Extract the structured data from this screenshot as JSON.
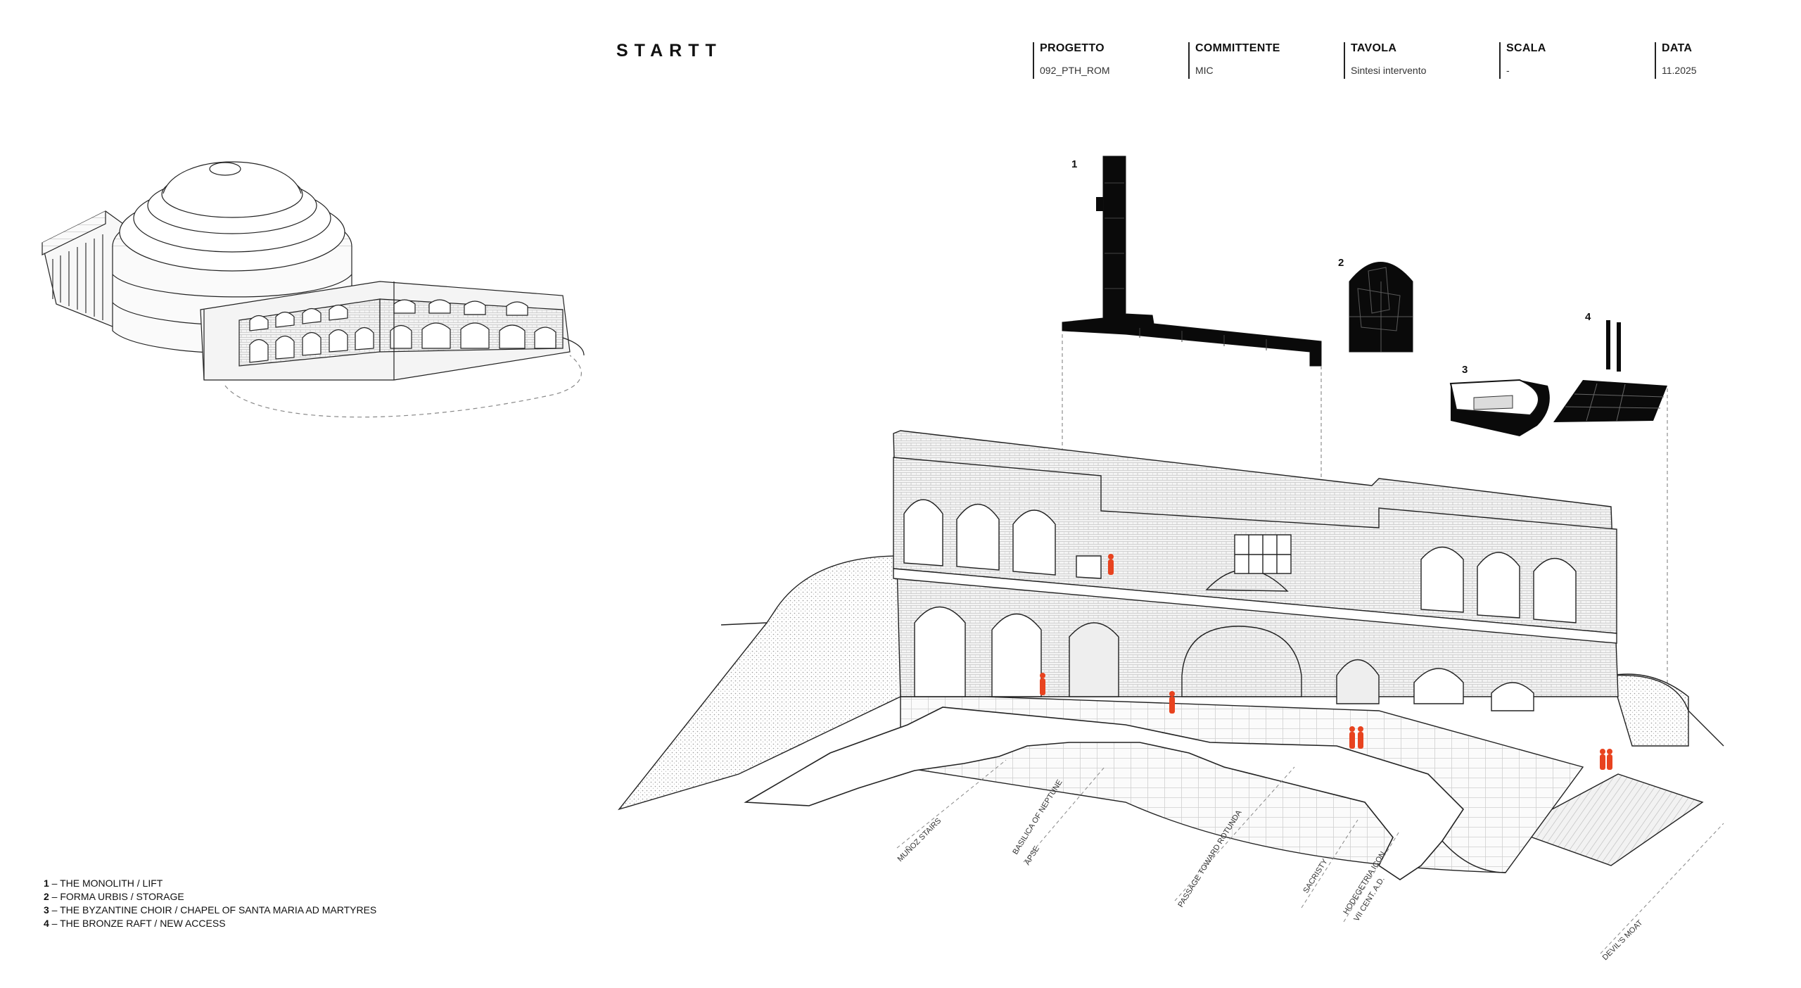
{
  "brand": "STARTT",
  "titleblock": [
    {
      "heading": "PROGETTO",
      "value": "092_PTH_ROM"
    },
    {
      "heading": "COMMITTENTE",
      "value": "MIC"
    },
    {
      "heading": "TAVOLA",
      "value": "Sintesi intervento"
    },
    {
      "heading": "SCALA",
      "value": "-"
    },
    {
      "heading": "DATA",
      "value": "11.2025"
    }
  ],
  "legend": [
    {
      "num": "1",
      "text": " – THE MONOLITH / LIFT"
    },
    {
      "num": "2",
      "text": " – FORMA URBIS / STORAGE"
    },
    {
      "num": "3",
      "text": " – THE BYZANTINE CHOIR / CHAPEL OF SANTA MARIA AD MARTYRES"
    },
    {
      "num": "4",
      "text": " – THE BRONZE RAFT / NEW ACCESS"
    }
  ],
  "element_tags": [
    "1",
    "2",
    "3",
    "4"
  ],
  "section_labels": [
    "MUÑOZ STAIRS",
    "BASILICA OF NEPTUNE",
    "APSE",
    "PASSAGE TOWARD ROTUNDA",
    "SACRISTY",
    "HODEGETRIA ICON",
    "VII CENT. A.D.",
    "DEVIL'S MOAT"
  ],
  "colors": {
    "accent": "#e8431f",
    "ink": "#111111",
    "hatch": "#bdbdbd",
    "fill_dark": "#0a0a0a"
  }
}
